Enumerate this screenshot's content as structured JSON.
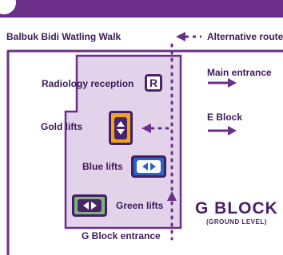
{
  "map": {
    "street": "Balbuk Bidi Watling Walk",
    "alternative_route": "Alternative route",
    "main_entrance": "Main entrance",
    "e_block": "E Block",
    "radiology_reception": "Radiology reception",
    "radiology_badge": "R",
    "gold_lifts": "Gold lifts",
    "blue_lifts": "Blue lifts",
    "green_lifts": "Green lifts",
    "g_block_entrance": "G Block entrance",
    "block_title": "G BLOCK",
    "block_subtitle": "(GROUND LEVEL)"
  },
  "colors": {
    "brand_purple": "#6b2f8a",
    "building_fill": "#e3d3ea",
    "gold_lift": "#f0a31b",
    "blue_lift": "#2a64c8",
    "green_lift": "#7fb07d"
  },
  "icons": {
    "radiology": "radiology-reception-icon",
    "gold": "gold-lift-icon",
    "blue": "blue-lift-icon",
    "green": "green-lift-icon",
    "arrow": "right-arrow-icon"
  }
}
